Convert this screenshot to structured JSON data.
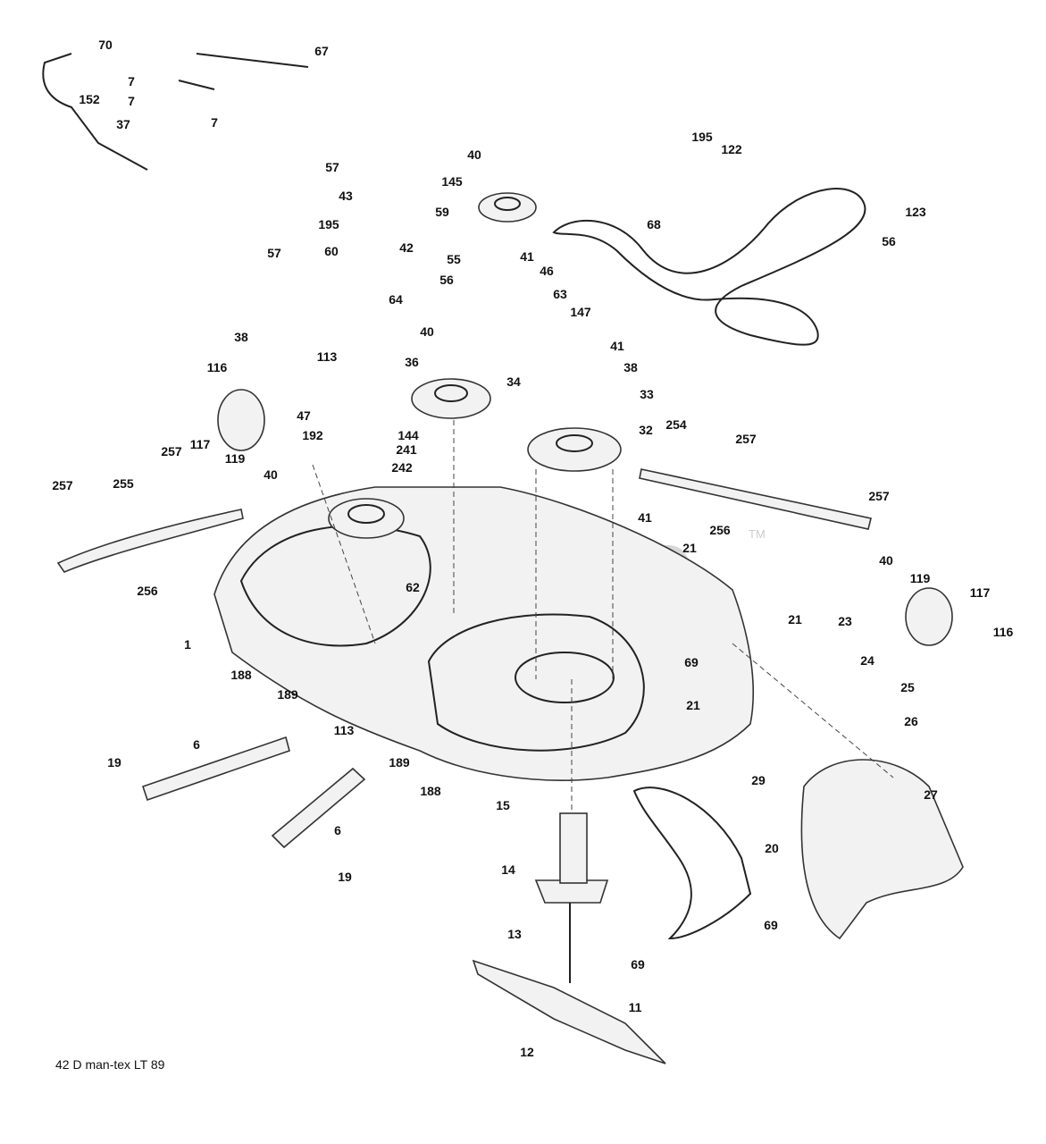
{
  "diagram": {
    "caption": "42 D man-tex LT 89",
    "watermark": "PartsTree",
    "watermark_mark": "TM",
    "callouts": [
      "70",
      "67",
      "7",
      "7",
      "7",
      "152",
      "37",
      "195",
      "122",
      "40",
      "57",
      "145",
      "43",
      "59",
      "68",
      "123",
      "195",
      "42",
      "60",
      "56",
      "57",
      "55",
      "41",
      "46",
      "56",
      "64",
      "63",
      "147",
      "38",
      "40",
      "41",
      "113",
      "116",
      "36",
      "38",
      "34",
      "33",
      "47",
      "192",
      "144",
      "32",
      "254",
      "117",
      "119",
      "241",
      "40",
      "257",
      "257",
      "242",
      "257",
      "255",
      "257",
      "256",
      "41",
      "256",
      "21",
      "40",
      "119",
      "117",
      "62",
      "1",
      "116",
      "21",
      "188",
      "23",
      "69",
      "189",
      "24",
      "113",
      "21",
      "25",
      "26",
      "6",
      "189",
      "19",
      "188",
      "29",
      "27",
      "15",
      "6",
      "20",
      "14",
      "19",
      "69",
      "13",
      "69",
      "11",
      "12"
    ]
  }
}
